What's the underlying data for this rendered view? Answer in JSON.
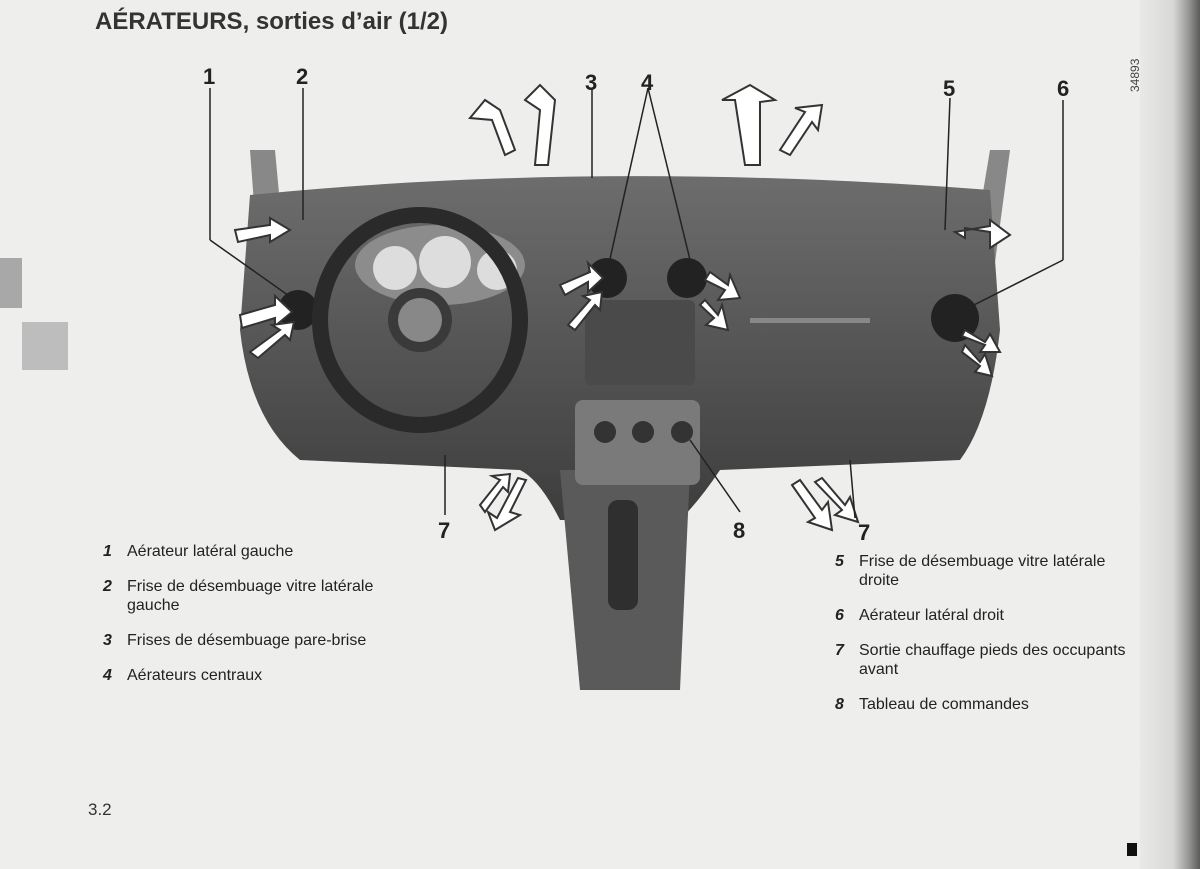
{
  "header": {
    "title": "AÉRATEURS, sorties d’air (1/2)",
    "reference": "34893"
  },
  "callouts": [
    "1",
    "2",
    "3",
    "4",
    "5",
    "6",
    "7",
    "7",
    "8"
  ],
  "legend_left": [
    {
      "number": "1",
      "text": "Aérateur latéral gauche"
    },
    {
      "number": "2",
      "text": "Frise de désembuage vitre latérale gauche"
    },
    {
      "number": "3",
      "text": "Frises de désembuage pare-brise"
    },
    {
      "number": "4",
      "text": "Aérateurs centraux"
    }
  ],
  "legend_right": [
    {
      "number": "5",
      "text": "Frise de désembuage vitre latérale droite"
    },
    {
      "number": "6",
      "text": "Aérateur latéral droit"
    },
    {
      "number": "7",
      "text": "Sortie chauffage pieds des occupants avant"
    },
    {
      "number": "8",
      "text": "Tableau de commandes"
    }
  ],
  "footer": {
    "page_number": "3.2"
  }
}
